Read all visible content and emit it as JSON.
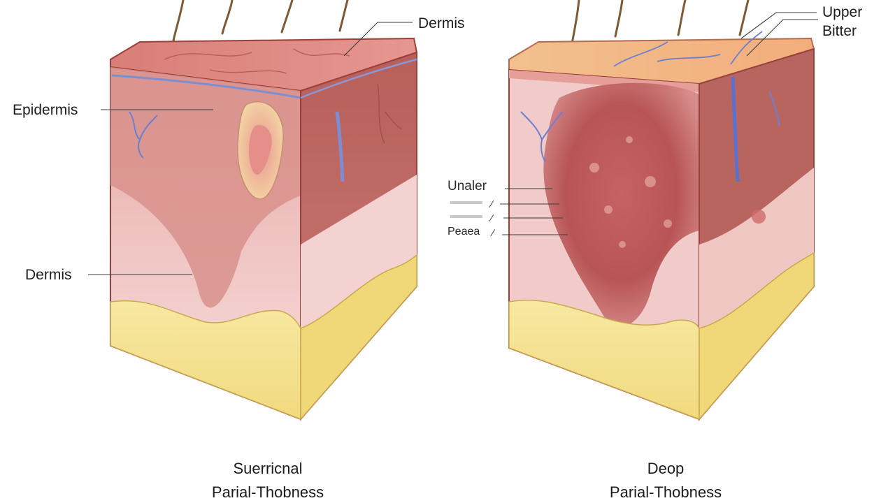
{
  "left_block": {
    "labels": {
      "top_right": "Dermis",
      "side_upper": "Epidermis",
      "side_lower": "Dermis"
    },
    "caption": {
      "line1": "Suerricnal",
      "line2": "Parial-Thobness"
    }
  },
  "right_block": {
    "labels": {
      "top_right_line1": "Upper",
      "top_right_line2": "Bitter",
      "side_upper": "Unaler",
      "side_mark_1": "∕",
      "side_mark_2": "∕",
      "side_lower": "Peaea",
      "side_mark_3": "∕"
    },
    "caption": {
      "line1": "Deop",
      "line2": "Parial-Thobness"
    }
  },
  "colors": {
    "skin_surface": "#df8c86",
    "skin_front_light": "#f1c6c4",
    "skin_side_dark": "#b65f5a",
    "fat_layer": "#f6e49a",
    "vessel_blue": "#6c7fd0",
    "burn_deep": "#b24a4b",
    "outline": "#9b3f3a"
  }
}
